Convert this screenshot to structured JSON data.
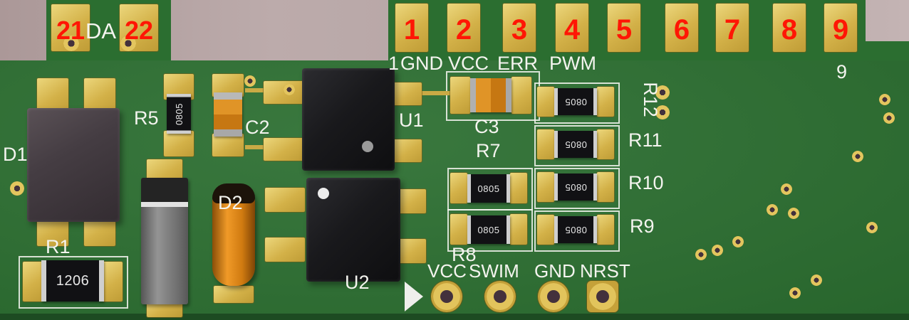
{
  "colors": {
    "background": "#b5a4a4",
    "board_green": "#2b6e30",
    "board_edge_dark": "#1d4b22",
    "pad_gold": "#d3b148",
    "silkscreen_white": "#f4f4ef",
    "designator_red": "#ff1605",
    "ic_black": "#19191c",
    "capacitor_orange": "#d6831f",
    "resistor_body_black": "#111114"
  },
  "left_connector": {
    "pad_numbers": [
      "21",
      "22"
    ],
    "silk_label": "DA"
  },
  "top_connector": {
    "pad_numbers": [
      "1",
      "2",
      "3",
      "4",
      "5",
      "6",
      "7",
      "8",
      "9"
    ],
    "pin1_silk": "1",
    "signal_labels": [
      "GND",
      "VCC",
      "ERR",
      "PWM"
    ],
    "pin9_silk": "9"
  },
  "designators": {
    "d1": "D1",
    "r1": "R1",
    "r5": "R5",
    "c2": "C2",
    "d2": "D2",
    "u1": "U1",
    "u2": "U2",
    "c3": "C3",
    "r7": "R7",
    "r8": "R8",
    "r9": "R9",
    "r10": "R10",
    "r11": "R11",
    "r12": "R12"
  },
  "markings": {
    "r1": "1206",
    "r5": "0805",
    "mid_row1": "0805",
    "mid_row2": "0805",
    "right_row1": "0805",
    "right_row2": "0805",
    "right_row3": "0805",
    "right_row4": "0805"
  },
  "programming_header": {
    "labels": [
      "VCC",
      "SWIM",
      "GND",
      "NRST"
    ]
  }
}
